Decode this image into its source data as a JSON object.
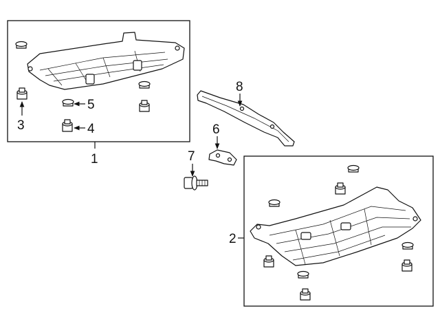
{
  "callouts": {
    "c1": "1",
    "c2": "2",
    "c3": "3",
    "c4": "4",
    "c5": "5",
    "c6": "6",
    "c7": "7",
    "c8": "8"
  },
  "icons": [
    "nut-icon",
    "clip-icon",
    "bolt-icon",
    "bracket-icon",
    "shield-icon",
    "arrow-icon"
  ]
}
